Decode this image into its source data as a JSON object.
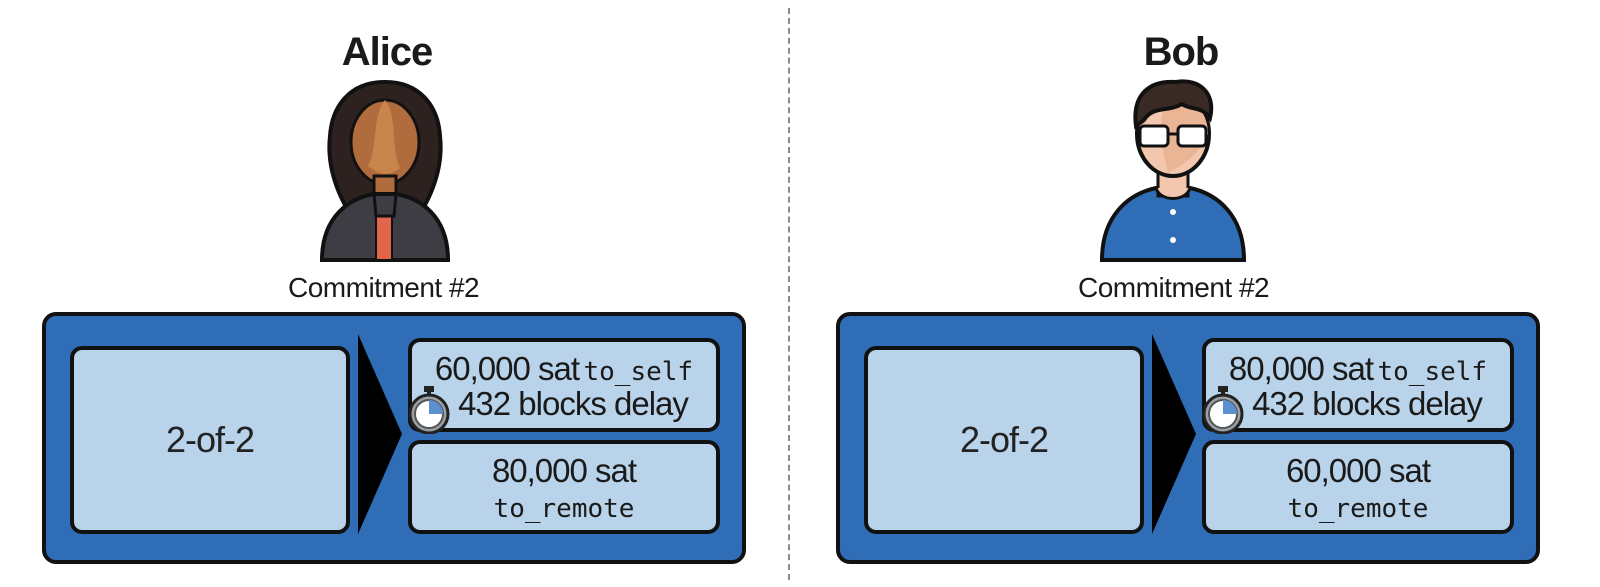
{
  "parties": [
    {
      "name": "Alice",
      "commitment_title": "Commitment #2",
      "input_label": "2-of-2",
      "to_self_amount": "60,000 sat",
      "to_self_label": "to_self",
      "delay_label": "432 blocks delay",
      "to_remote_amount": "80,000 sat",
      "to_remote_label": "to_remote"
    },
    {
      "name": "Bob",
      "commitment_title": "Commitment #2",
      "input_label": "2-of-2",
      "to_self_amount": "80,000 sat",
      "to_self_label": "to_self",
      "delay_label": "432 blocks delay",
      "to_remote_amount": "60,000 sat",
      "to_remote_label": "to_remote"
    }
  ],
  "icons": {
    "left_avatar": "woman-avatar-icon",
    "right_avatar": "man-avatar-icon",
    "timer": "stopwatch-icon"
  },
  "colors": {
    "tx_box": "#2f6db7",
    "inner_box": "#b8d3ea",
    "border": "#111111"
  }
}
